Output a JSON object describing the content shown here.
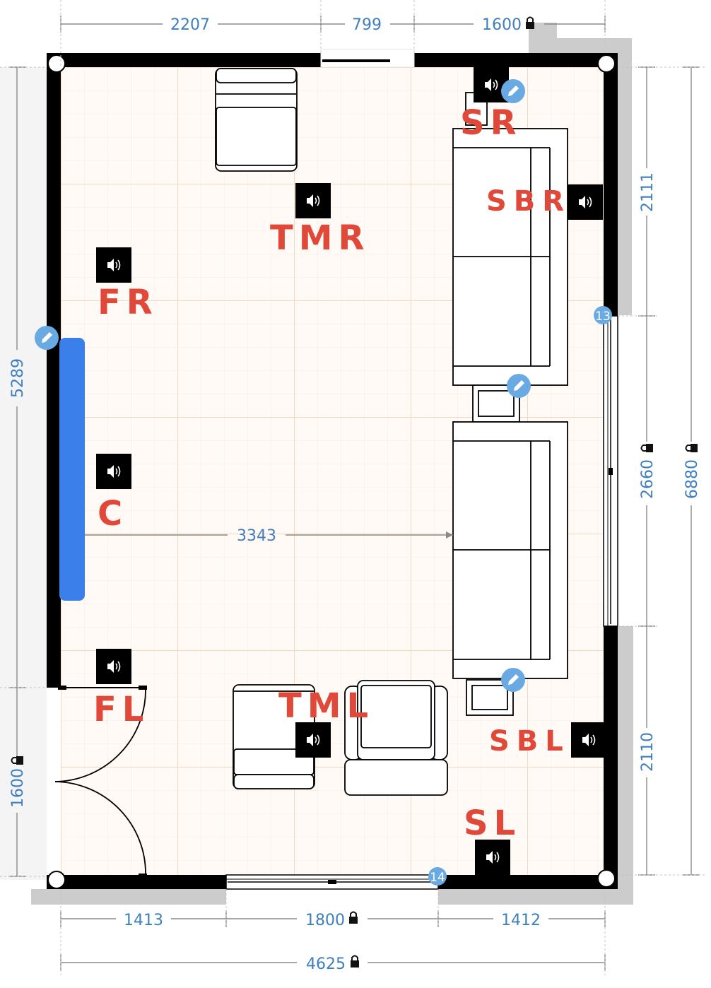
{
  "colors": {
    "wall": "#000000",
    "grid_major": "#f3d8c2",
    "grid_minor": "#f8ebde",
    "floor": "#fffaf5",
    "dimension": "#3f7fc0",
    "speaker_label": "#e0493a",
    "tv": "#3a7fea",
    "marker": "#6aaae3",
    "shadow": "#cccccc"
  },
  "dimensions": {
    "top_left": "2207",
    "top_middle": "799",
    "top_right": "1600",
    "left_upper": "5289",
    "left_lower": "1600",
    "right_upper": "2111",
    "right_middle": "2660",
    "right_lower": "2110",
    "right_total": "6880",
    "bottom_left": "1413",
    "bottom_middle": "1800",
    "bottom_right": "1412",
    "bottom_total": "4625",
    "tv_to_sofa": "3343"
  },
  "locked_dimensions_icon": "lock-icon",
  "speakers": {
    "sr": "SR",
    "sbr": "SBR",
    "tmr": "TMR",
    "fr": "FR",
    "c": "C",
    "fl": "FL",
    "tml": "TML",
    "sbl": "SBL",
    "sl": "SL"
  },
  "speaker_icon": "speaker-icon",
  "markers": {
    "window_right": "13",
    "window_bottom": "14"
  },
  "marker_icon": "pencil-icon"
}
